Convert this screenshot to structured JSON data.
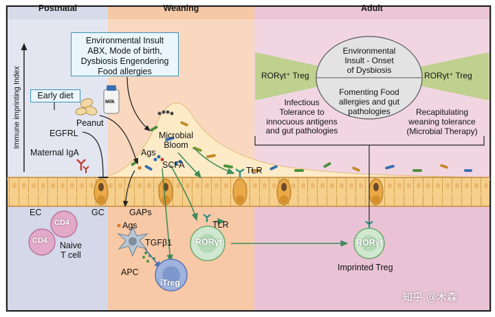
{
  "phases": {
    "postnatal": "Postnatal",
    "weaning": "Weaning",
    "adult": "Adult"
  },
  "axis": {
    "ylabel": "Immune imprinting Index"
  },
  "insult_box": {
    "line1": "Environmental Insult",
    "line2": "ABX, Mode of birth,",
    "line3": "Dysbiosis Engendering",
    "line4": "Food allergies"
  },
  "early_diet": "Early diet",
  "milk": "Milk",
  "labels": {
    "peanut": "Peanut",
    "egfrl": "EGFRL",
    "maternal_iga": "Maternal IgA",
    "ags_top": "Ags",
    "scfa": "SCFA",
    "microbial_bloom_1": "Microbial",
    "microbial_bloom_2": "Bloom",
    "tlr_top": "TLR",
    "ec": "EC",
    "gc": "GC",
    "gaps": "GAPs",
    "ags_bottom": "Ags",
    "tgfb": "TGFβ1",
    "apc": "APC",
    "itreg": "iTreg",
    "tlr_bottom": "TLR",
    "rorgt_mid": "RORγt",
    "rorgt_imprinted": "RORγt",
    "imprinted_treg": "Imprinted Treg",
    "cd4_a": "CD4",
    "cd4_b": "CD4",
    "naive_1": "Naive",
    "naive_2": "T cell"
  },
  "adult_panel": {
    "left_treg": "RORγt⁺ Treg",
    "right_treg": "RORγt⁺ Treg",
    "circle_top_1": "Environmental",
    "circle_top_2": "Insult - Onset",
    "circle_top_3": "of Dysbiosis",
    "circle_bottom_1": "Fomenting Food",
    "circle_bottom_2": "allergies and gut",
    "circle_bottom_3": "pathologies",
    "infectious_1": "Infectious",
    "infectious_2": "Tolerance to",
    "infectious_3": "innocuous antigens",
    "infectious_4": "and gut pathologies",
    "recap_1": "Recapitulating",
    "recap_2": "weaning tolerance",
    "recap_3": "(Microbial Therapy)"
  },
  "watermark": "知乎 @木森",
  "colors": {
    "postnatal_bg": "#e3e6f1",
    "weaning_bg": "#f9d8bf",
    "adult_bg": "#f1d6e2",
    "lumen": "#fcebc6",
    "epithelium": "#f6cf8c",
    "treg_green": "#cfe8cf",
    "itreg_blue": "#9fb3dd",
    "cd4_pink": "#e2a9c8",
    "arrow_green": "#3f8a5c",
    "box_blue": "#3a91b8"
  }
}
